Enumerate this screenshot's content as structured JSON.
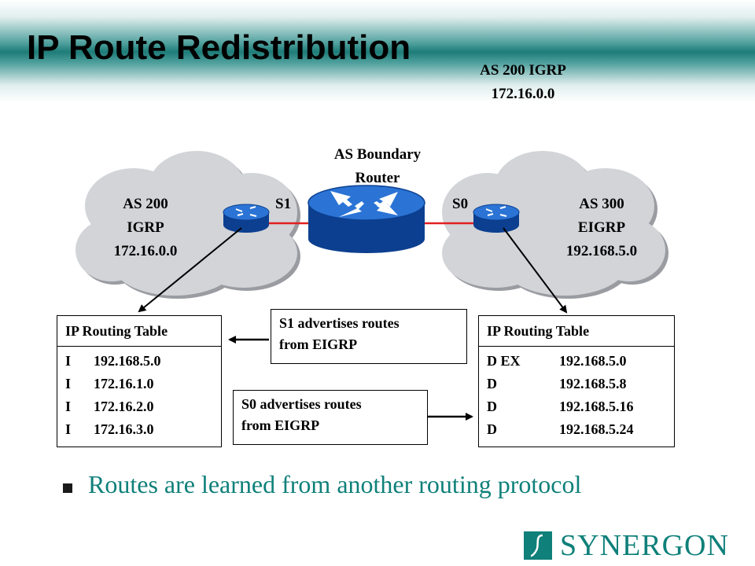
{
  "title": "IP Route Redistribution",
  "top_right_label": {
    "line1": "AS 200 IGRP",
    "line2": "172.16.0.0"
  },
  "boundary_router": {
    "line1": "AS Boundary",
    "line2": "Router"
  },
  "interfaces": {
    "s1": "S1",
    "s0": "S0"
  },
  "left_cloud": {
    "line1": "AS 200",
    "line2": "IGRP",
    "line3": "172.16.0.0"
  },
  "right_cloud": {
    "line1": "AS 300",
    "line2": "EIGRP",
    "line3": "192.168.5.0"
  },
  "left_table": {
    "header": "IP Routing Table",
    "rows": [
      {
        "code": "I",
        "route": "192.168.5.0"
      },
      {
        "code": "I",
        "route": "172.16.1.0"
      },
      {
        "code": "I",
        "route": "172.16.2.0"
      },
      {
        "code": "I",
        "route": "172.16.3.0"
      }
    ]
  },
  "right_table": {
    "header": "IP Routing Table",
    "rows": [
      {
        "code": "D EX",
        "route": "192.168.5.0"
      },
      {
        "code": "D",
        "route": "192.168.5.8"
      },
      {
        "code": "D",
        "route": "192.168.5.16"
      },
      {
        "code": "D",
        "route": "192.168.5.24"
      }
    ]
  },
  "note_s1": {
    "line1": "S1 advertises routes",
    "line2": "from EIGRP"
  },
  "note_s0": {
    "line1": "S0 advertises routes",
    "line2": "from EIGRP"
  },
  "bullet_text": "Routes are learned from another routing protocol",
  "logo_text": "SYNERGON",
  "colors": {
    "accent": "#0f807a",
    "link": "#e02020",
    "router": "#1e63c8",
    "cloud": "#d0d2d6"
  }
}
